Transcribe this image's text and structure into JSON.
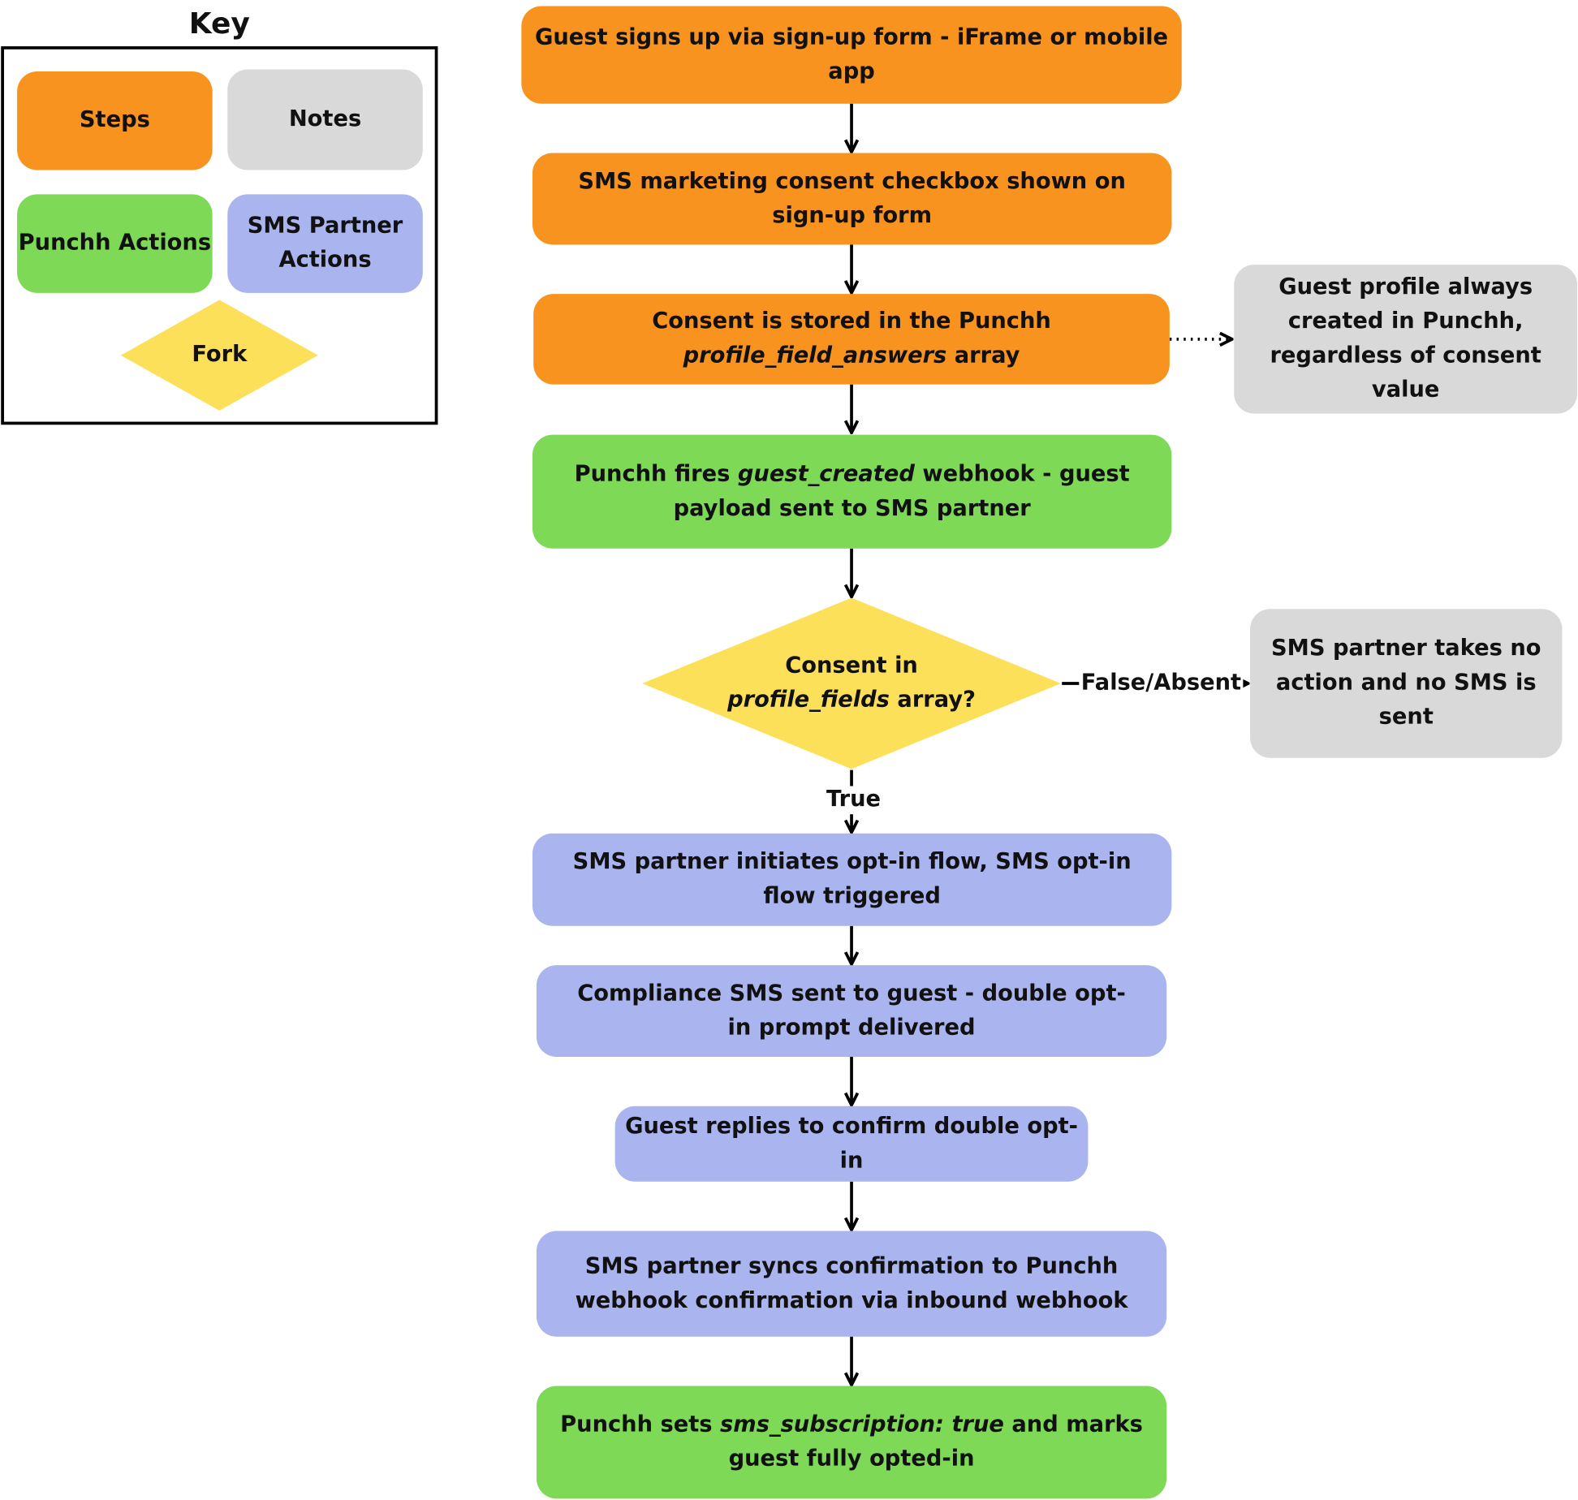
{
  "colors": {
    "steps": "#f7931e",
    "notes": "#d9d9d9",
    "punchh_actions": "#7ed957",
    "sms_partner_actions": "#aab4ee",
    "fork": "#fde05a",
    "line": "#000000"
  },
  "key": {
    "title": "Key",
    "steps": "Steps",
    "notes": "Notes",
    "punchh_actions": "Punchh Actions",
    "sms_partner_actions": "SMS Partner Actions",
    "fork": "Fork"
  },
  "nodes": {
    "signup": "Guest signs up via sign-up form - iFrame or mobile app",
    "consent_checkbox": "SMS marketing consent checkbox shown on sign-up form",
    "consent_stored": {
      "before": "Consent is stored in the Punchh ",
      "italic": "profile_field_answers",
      "after": " array"
    },
    "note_profile": "Guest profile always created in Punchh, regardless of consent value",
    "webhook": {
      "before": "Punchh fires ",
      "italic": "guest_created",
      "after": " webhook - guest payload sent to SMS partner"
    },
    "decision": {
      "line1": "Consent in",
      "italic": "profile_fields",
      "after": " array?"
    },
    "note_no_action": "SMS partner takes no action and no SMS is sent",
    "optin_flow": "SMS partner initiates opt-in flow, SMS opt-in flow triggered",
    "compliance_sms": "Compliance SMS sent to guest - double opt-in prompt delivered",
    "guest_replies": "Guest replies to confirm double opt-in",
    "partner_syncs": "SMS partner syncs confirmation to Punchh webhook confirmation via inbound webhook",
    "final": {
      "before": "Punchh sets ",
      "italic": "sms_subscription: true",
      "after": " and marks guest fully opted-in"
    }
  },
  "edges": {
    "false_label": "False/Absent",
    "true_label": "True"
  }
}
